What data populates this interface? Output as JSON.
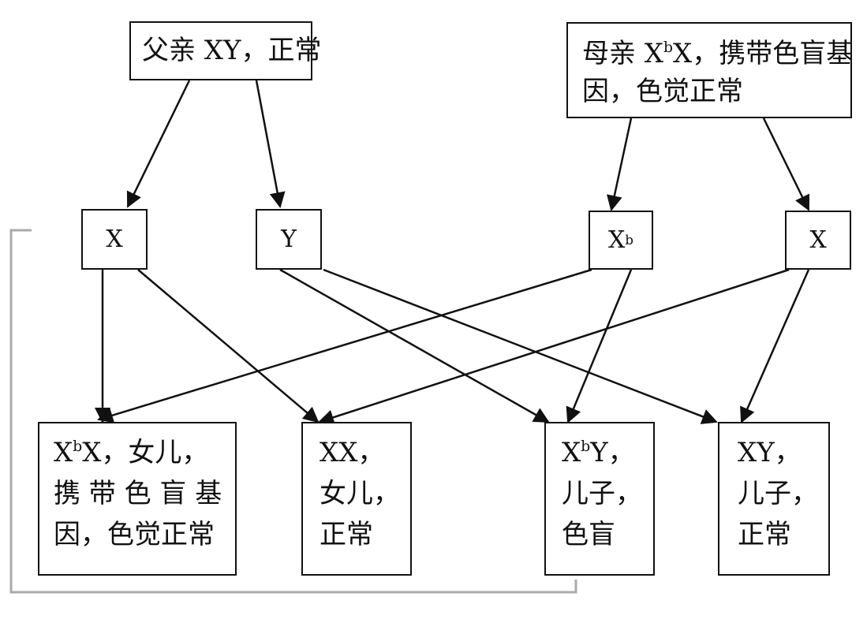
{
  "father": {
    "label": "父亲 XY，正常"
  },
  "mother": {
    "line1": "母亲 X",
    "sup": "b",
    "line1_rest": "X，携带色盲基",
    "line2": "因，色觉正常"
  },
  "gametes": {
    "father_x": "X",
    "father_y": "Y",
    "mother_xb": "X",
    "mother_xb_sup": "b",
    "mother_x": "X"
  },
  "offspring": {
    "daughter_carrier": {
      "l1a": "X",
      "l1sup": "b",
      "l1b": "X，女儿，",
      "l2": "携 带 色 盲 基",
      "l3": "因，色觉正常"
    },
    "daughter_normal": {
      "l1": "XX，",
      "l2": "女儿，",
      "l3": "正常"
    },
    "son_colorblind": {
      "l1a": "X",
      "l1sup": "b",
      "l1b": "Y，",
      "l2": "儿子，",
      "l3": "色盲"
    },
    "son_normal": {
      "l1": "XY，",
      "l2": "儿子，",
      "l3": "正常"
    }
  }
}
